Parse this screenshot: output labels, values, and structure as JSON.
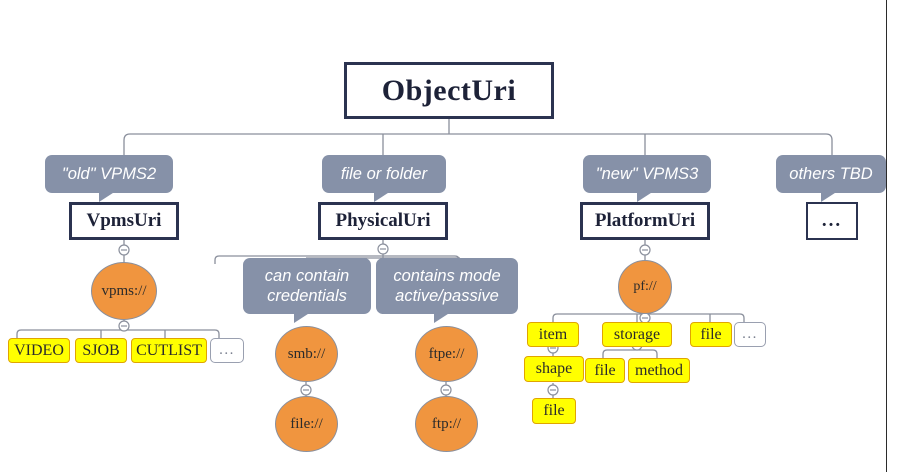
{
  "diagram": {
    "title": "ObjectUri",
    "type": "tree",
    "root": {
      "label": "ObjectUri",
      "kind": "class-box"
    },
    "level1": [
      {
        "note": "\"old\" VPMS2",
        "class": "VpmsUri"
      },
      {
        "note": "file or folder",
        "class": "PhysicalUri"
      },
      {
        "note": "\"new\" VPMS3",
        "class": "PlatformUri"
      },
      {
        "note": "others TBD",
        "class": "..."
      }
    ],
    "notes": {
      "old_vpms2": "\"old\" VPMS2",
      "file_or_folder": "file or folder",
      "new_vpms3": "\"new\" VPMS3",
      "others_tbd": "others TBD",
      "can_contain_credentials_line1": "can contain",
      "can_contain_credentials_line2": "credentials",
      "contains_mode_line1": "contains mode",
      "contains_mode_line2": "active/passive"
    },
    "classes": {
      "vpms_uri": "VpmsUri",
      "physical_uri": "PhysicalUri",
      "platform_uri": "PlatformUri",
      "others": "..."
    },
    "schemes": {
      "vpms": "vpms://",
      "smb": "smb://",
      "file_from_smb": "file://",
      "ftpe": "ftpe://",
      "ftp": "ftp://",
      "pf": "pf://"
    },
    "vpms_children": [
      "VIDEO",
      "SJOB",
      "CUTLIST",
      "..."
    ],
    "pf_children": [
      "item",
      "storage",
      "file",
      "..."
    ],
    "item_children": [
      "shape"
    ],
    "shape_children": [
      "file"
    ],
    "storage_children": [
      "file",
      "method"
    ],
    "ellipsis_label": "...",
    "colors": {
      "note_gray": "#8691a8",
      "class_border_navy": "#2b3350",
      "ellipse_orange": "#f0953f",
      "leaf_yellow": "#ffff00",
      "leaf_border_gold": "#e0a500",
      "connector_gray": "#8a8f9c",
      "background": "#ffffff"
    }
  }
}
